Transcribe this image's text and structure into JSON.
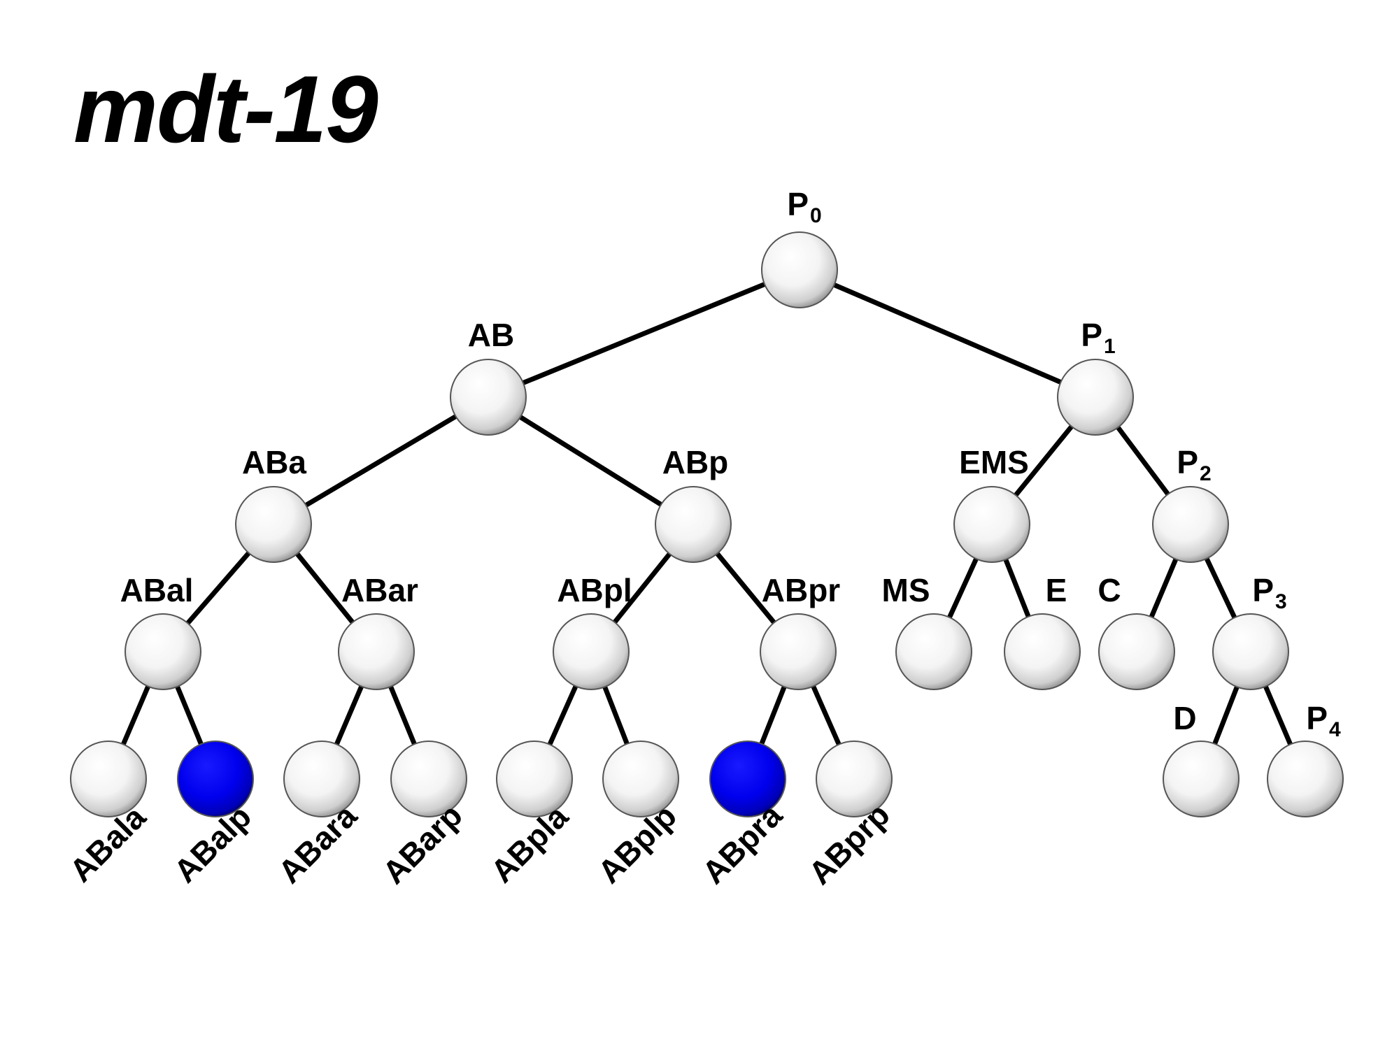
{
  "title": "mdt-19",
  "colors": {
    "highlight": "#0000ee",
    "cell_fill": "#ffffff",
    "edge": "#000000",
    "label": "#000000"
  },
  "nodes": [
    {
      "id": "P0",
      "label": "P",
      "subscript": "0",
      "highlighted": false
    },
    {
      "id": "AB",
      "label": "AB",
      "subscript": "",
      "highlighted": false
    },
    {
      "id": "P1",
      "label": "P",
      "subscript": "1",
      "highlighted": false
    },
    {
      "id": "ABa",
      "label": "ABa",
      "subscript": "",
      "highlighted": false
    },
    {
      "id": "ABp",
      "label": "ABp",
      "subscript": "",
      "highlighted": false
    },
    {
      "id": "EMS",
      "label": "EMS",
      "subscript": "",
      "highlighted": false
    },
    {
      "id": "P2",
      "label": "P",
      "subscript": "2",
      "highlighted": false
    },
    {
      "id": "ABal",
      "label": "ABal",
      "subscript": "",
      "highlighted": false
    },
    {
      "id": "ABar",
      "label": "ABar",
      "subscript": "",
      "highlighted": false
    },
    {
      "id": "ABpl",
      "label": "ABpl",
      "subscript": "",
      "highlighted": false
    },
    {
      "id": "ABpr",
      "label": "ABpr",
      "subscript": "",
      "highlighted": false
    },
    {
      "id": "MS",
      "label": "MS",
      "subscript": "",
      "highlighted": false
    },
    {
      "id": "E",
      "label": "E",
      "subscript": "",
      "highlighted": false
    },
    {
      "id": "C",
      "label": "C",
      "subscript": "",
      "highlighted": false
    },
    {
      "id": "P3",
      "label": "P",
      "subscript": "3",
      "highlighted": false
    },
    {
      "id": "ABala",
      "label": "ABala",
      "subscript": "",
      "highlighted": false
    },
    {
      "id": "ABalp",
      "label": "ABalp",
      "subscript": "",
      "highlighted": true
    },
    {
      "id": "ABara",
      "label": "ABara",
      "subscript": "",
      "highlighted": false
    },
    {
      "id": "ABarp",
      "label": "ABarp",
      "subscript": "",
      "highlighted": false
    },
    {
      "id": "ABpla",
      "label": "ABpla",
      "subscript": "",
      "highlighted": false
    },
    {
      "id": "ABplp",
      "label": "ABplp",
      "subscript": "",
      "highlighted": false
    },
    {
      "id": "ABpra",
      "label": "ABpra",
      "subscript": "",
      "highlighted": true
    },
    {
      "id": "ABprp",
      "label": "ABprp",
      "subscript": "",
      "highlighted": false
    },
    {
      "id": "D",
      "label": "D",
      "subscript": "",
      "highlighted": false
    },
    {
      "id": "P4",
      "label": "P",
      "subscript": "4",
      "highlighted": false
    }
  ],
  "edges": [
    [
      "P0",
      "AB"
    ],
    [
      "P0",
      "P1"
    ],
    [
      "AB",
      "ABa"
    ],
    [
      "AB",
      "ABp"
    ],
    [
      "P1",
      "EMS"
    ],
    [
      "P1",
      "P2"
    ],
    [
      "ABa",
      "ABal"
    ],
    [
      "ABa",
      "ABar"
    ],
    [
      "ABp",
      "ABpl"
    ],
    [
      "ABp",
      "ABpr"
    ],
    [
      "EMS",
      "MS"
    ],
    [
      "EMS",
      "E"
    ],
    [
      "P2",
      "C"
    ],
    [
      "P2",
      "P3"
    ],
    [
      "ABal",
      "ABala"
    ],
    [
      "ABal",
      "ABalp"
    ],
    [
      "ABar",
      "ABara"
    ],
    [
      "ABar",
      "ABarp"
    ],
    [
      "ABpl",
      "ABpla"
    ],
    [
      "ABpl",
      "ABplp"
    ],
    [
      "ABpr",
      "ABpra"
    ],
    [
      "ABpr",
      "ABprp"
    ],
    [
      "P3",
      "D"
    ],
    [
      "P3",
      "P4"
    ]
  ]
}
